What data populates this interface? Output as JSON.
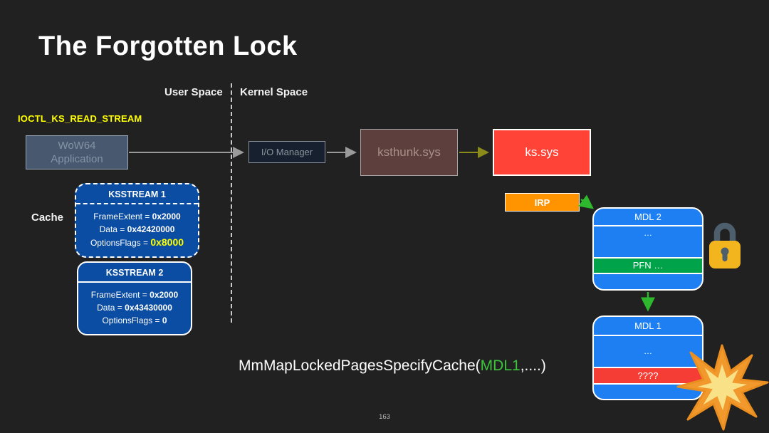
{
  "slide": {
    "title": "The Forgotten Lock",
    "page_number": "163"
  },
  "regions": {
    "user_space": "User Space",
    "kernel_space": "Kernel Space"
  },
  "annotations": {
    "ioctl": "IOCTL_KS_READ_STREAM",
    "cache": "Cache",
    "api_prefix": "MmMapLockedPagesSpecifyCache(",
    "api_arg": "MDL1",
    "api_suffix": ",....)"
  },
  "boxes": {
    "wow64_line1": "WoW64",
    "wow64_line2": "Application",
    "io_manager": "I/O Manager",
    "ksthunk": "ksthunk.sys",
    "ks": "ks.sys",
    "irp": "IRP"
  },
  "ksstream1": {
    "title": "KSSTREAM 1",
    "fields": [
      {
        "label": "FrameExtent = ",
        "value": "0x2000"
      },
      {
        "label": "Data = ",
        "value": "0x42420000"
      },
      {
        "label": "OptionsFlags = ",
        "value": "0x8000"
      }
    ]
  },
  "ksstream2": {
    "title": "KSSTREAM 2",
    "fields": [
      {
        "label": "FrameExtent = ",
        "value": "0x2000"
      },
      {
        "label": "Data = ",
        "value": "0x43430000"
      },
      {
        "label": "OptionsFlags = ",
        "value": "0"
      }
    ]
  },
  "mdl2": {
    "title": "MDL 2",
    "dots": "…",
    "pfn": "PFN …"
  },
  "mdl1": {
    "title": "MDL 1",
    "dots": "…",
    "unknown": "????"
  },
  "icons": {
    "lock": "padlock-locked",
    "explosion": "starburst"
  },
  "colors": {
    "background": "#212121",
    "highlight_yellow": "#ffff00",
    "ks_red": "#ff4336",
    "irp_orange": "#ff9300",
    "struct_blue": "#0b4da2",
    "mdl_blue": "#1e7ff2",
    "pfn_green": "#00a24a",
    "unknown_red": "#f53d35",
    "arrow_green": "#2eb82e",
    "arrow_olive": "#8a8b1a",
    "arrow_gray": "#9a9a9a",
    "lock_gold": "#f2b51d",
    "lock_shackle": "#4d5f6d"
  }
}
